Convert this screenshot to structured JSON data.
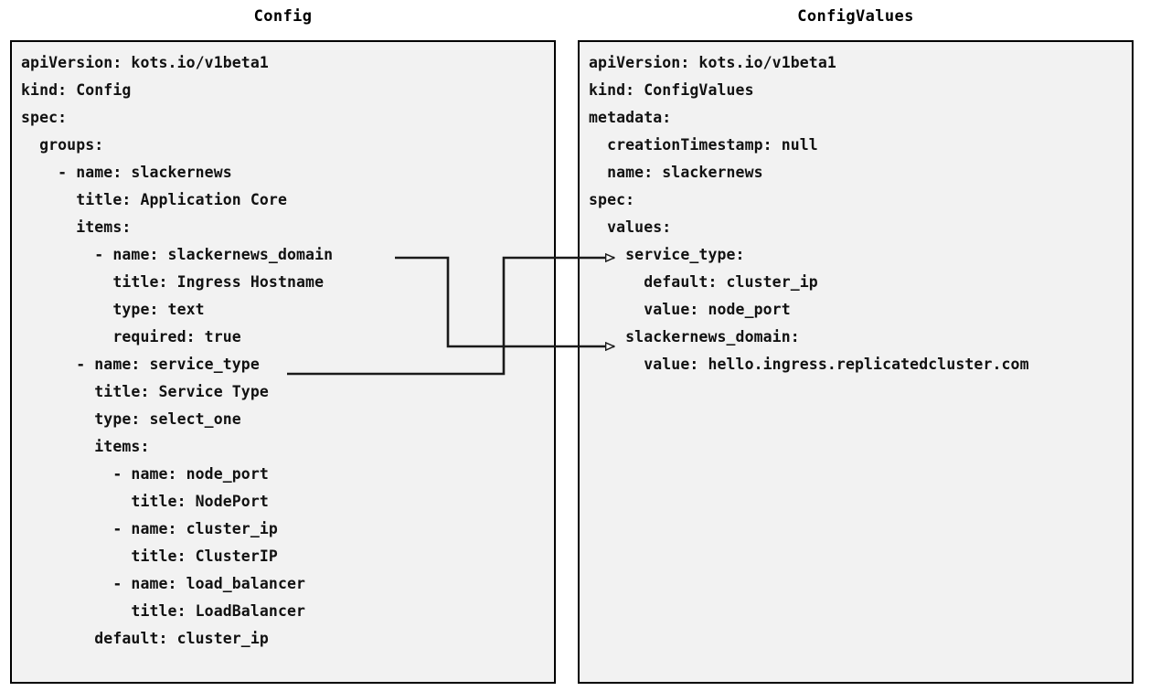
{
  "diagram": {
    "title_left": "Config",
    "title_right": "ConfigValues",
    "line_color": "#1a1a1a",
    "panel_bg": "#f2f2f2",
    "panel_border": "#000000",
    "text_color": "#111111"
  },
  "config_panel": {
    "title": "Config",
    "lines": [
      "apiVersion: kots.io/v1beta1",
      "kind: Config",
      "spec:",
      "  groups:",
      "    - name: slackernews",
      "      title: Application Core",
      "      items:",
      "        - name: slackernews_domain",
      "          title: Ingress Hostname",
      "          type: text",
      "          required: true",
      "      - name: service_type",
      "        title: Service Type",
      "        type: select_one",
      "        items:",
      "          - name: node_port",
      "            title: NodePort",
      "          - name: cluster_ip",
      "            title: ClusterIP",
      "          - name: load_balancer",
      "            title: LoadBalancer",
      "        default: cluster_ip"
    ],
    "text": "apiVersion: kots.io/v1beta1\nkind: Config\nspec:\n  groups:\n    - name: slackernews\n      title: Application Core\n      items:\n        - name: slackernews_domain\n          title: Ingress Hostname\n          type: text\n          required: true\n      - name: service_type\n        title: Service Type\n        type: select_one\n        items:\n          - name: node_port\n            title: NodePort\n          - name: cluster_ip\n            title: ClusterIP\n          - name: load_balancer\n            title: LoadBalancer\n        default: cluster_ip"
  },
  "configvalues_panel": {
    "title": "ConfigValues",
    "lines": [
      "apiVersion: kots.io/v1beta1",
      "kind: ConfigValues",
      "metadata:",
      "  creationTimestamp: null",
      "  name: slackernews",
      "spec:",
      "  values:",
      "    service_type:",
      "      default: cluster_ip",
      "      value: node_port",
      "    slackernews_domain:",
      "      value: hello.ingress.replicatedcluster.com"
    ],
    "text": "apiVersion: kots.io/v1beta1\nkind: ConfigValues\nmetadata:\n  creationTimestamp: null\n  name: slackernews\nspec:\n  values:\n    service_type:\n      default: cluster_ip\n      value: node_port\n    slackernews_domain:\n      value: hello.ingress.replicatedcluster.com"
  },
  "connectors": [
    {
      "name": "slackernews-domain-mapping",
      "from": "Config.spec.groups[0].items[0].name: slackernews_domain",
      "to": "ConfigValues.spec.values.slackernews_domain"
    },
    {
      "name": "service-type-mapping",
      "from": "Config.spec.groups[1].name: service_type",
      "to": "ConfigValues.spec.values.service_type"
    }
  ]
}
